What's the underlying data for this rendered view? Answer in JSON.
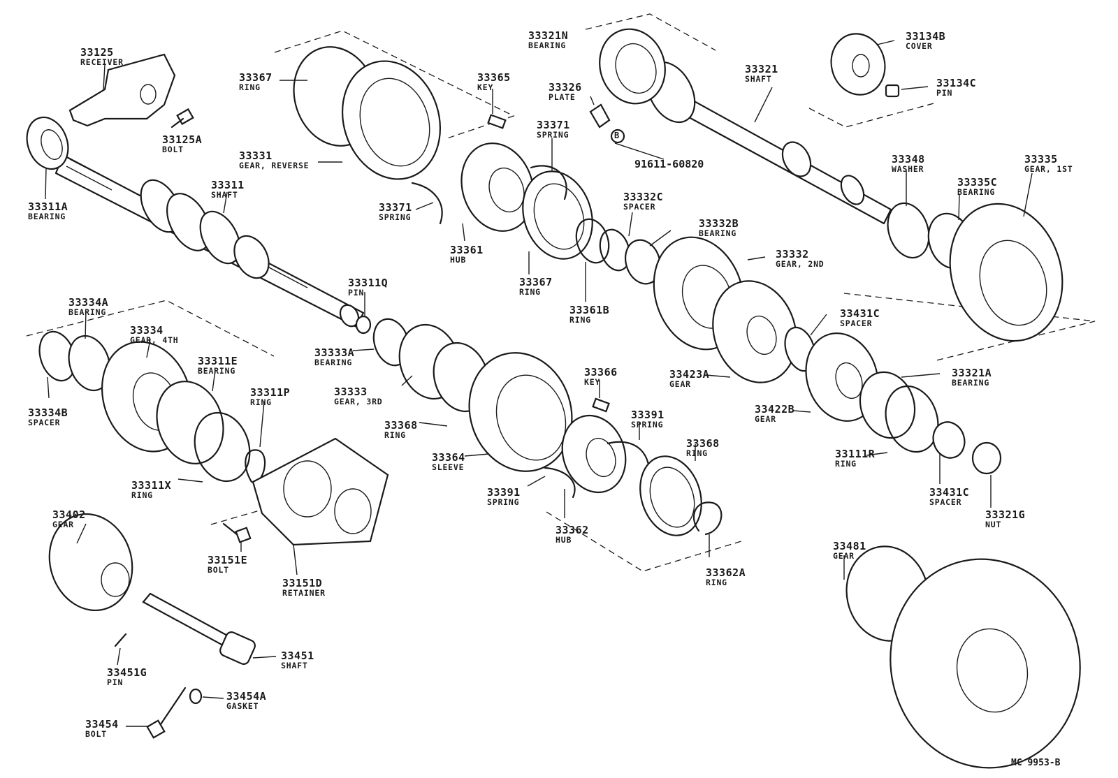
{
  "parts": [
    {
      "num": "33125",
      "name": "RECEIVER"
    },
    {
      "num": "33125A",
      "name": "BOLT"
    },
    {
      "num": "33311A",
      "name": "BEARING"
    },
    {
      "num": "33311",
      "name": "SHAFT"
    },
    {
      "num": "33367",
      "name": "RING"
    },
    {
      "num": "33331",
      "name": "GEAR, REVERSE"
    },
    {
      "num": "33365",
      "name": "KEY"
    },
    {
      "num": "33371",
      "name": "SPRING"
    },
    {
      "num": "33371",
      "name": "SPRING"
    },
    {
      "num": "33361",
      "name": "HUB"
    },
    {
      "num": "33367",
      "name": "RING"
    },
    {
      "num": "33361B",
      "name": "RING"
    },
    {
      "num": "33326",
      "name": "PLATE"
    },
    {
      "num": "33321N",
      "name": "BEARING"
    },
    {
      "num": "33321",
      "name": "SHAFT"
    },
    {
      "num": "33134B",
      "name": "COVER"
    },
    {
      "num": "33134C",
      "name": "PIN"
    },
    {
      "num": "33348",
      "name": "WASHER"
    },
    {
      "num": "33335",
      "name": "GEAR, 1ST"
    },
    {
      "num": "33335C",
      "name": "BEARING"
    },
    {
      "num": "33332C",
      "name": "SPACER"
    },
    {
      "num": "33332B",
      "name": "BEARING"
    },
    {
      "num": "33332",
      "name": "GEAR, 2ND"
    },
    {
      "num": "33311Q",
      "name": "PIN"
    },
    {
      "num": "33334A",
      "name": "BEARING"
    },
    {
      "num": "33334",
      "name": "GEAR, 4TH"
    },
    {
      "num": "33311E",
      "name": "BEARING"
    },
    {
      "num": "33311P",
      "name": "RING"
    },
    {
      "num": "33334B",
      "name": "SPACER"
    },
    {
      "num": "33311X",
      "name": "RING"
    },
    {
      "num": "33333A",
      "name": "BEARING"
    },
    {
      "num": "33333",
      "name": "GEAR, 3RD"
    },
    {
      "num": "33368",
      "name": "RING"
    },
    {
      "num": "33364",
      "name": "SLEEVE"
    },
    {
      "num": "33366",
      "name": "KEY"
    },
    {
      "num": "33391",
      "name": "SPRING"
    },
    {
      "num": "33391",
      "name": "SPRING"
    },
    {
      "num": "33362",
      "name": "HUB"
    },
    {
      "num": "33368",
      "name": "RING"
    },
    {
      "num": "33362A",
      "name": "RING"
    },
    {
      "num": "33431C",
      "name": "SPACER"
    },
    {
      "num": "33423A",
      "name": "GEAR"
    },
    {
      "num": "33321A",
      "name": "BEARING"
    },
    {
      "num": "33422B",
      "name": "GEAR"
    },
    {
      "num": "33111R",
      "name": "RING"
    },
    {
      "num": "33431C",
      "name": "SPACER"
    },
    {
      "num": "33321G",
      "name": "NUT"
    },
    {
      "num": "33402",
      "name": "GEAR"
    },
    {
      "num": "33151E",
      "name": "BOLT"
    },
    {
      "num": "33151D",
      "name": "RETAINER"
    },
    {
      "num": "33451G",
      "name": "PIN"
    },
    {
      "num": "33451",
      "name": "SHAFT"
    },
    {
      "num": "33454A",
      "name": "GASKET"
    },
    {
      "num": "33454",
      "name": "BOLT"
    },
    {
      "num": "33481",
      "name": "GEAR"
    }
  ],
  "standard_part": "91611-60820",
  "callout_symbol": "B",
  "diagram_code": "MC 9953-B"
}
